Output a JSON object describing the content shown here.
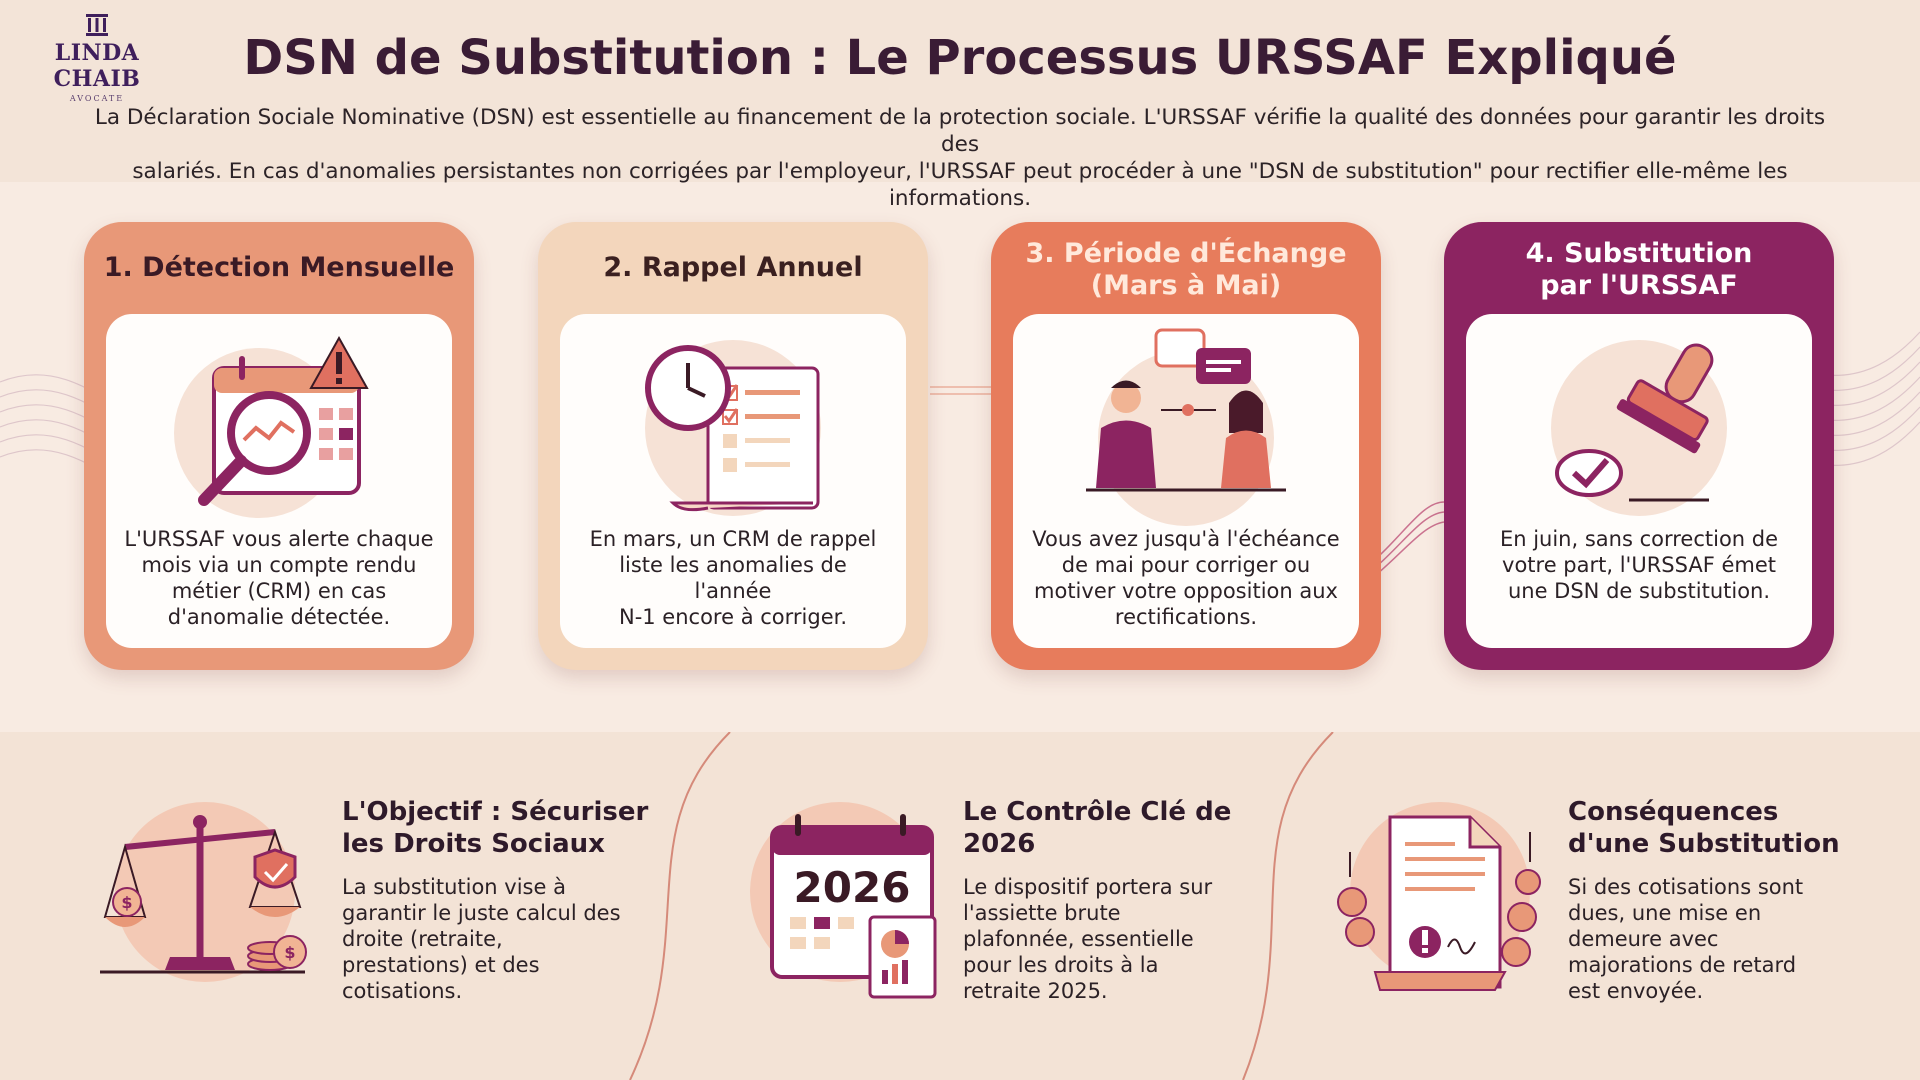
{
  "logo": {
    "name": "LINDA CHAIB",
    "subtitle": "AVOCATE"
  },
  "header": {
    "title": "DSN de Substitution : Le Processus URSSAF Expliqué",
    "intro_line1": "La Déclaration Sociale Nominative (DSN) est essentielle au financement de la protection sociale. L'URSSAF vérifie la qualité des données pour garantir les droits des",
    "intro_line2": "salariés. En cas d'anomalies persistantes non corrigées par l'employeur, l'URSSAF peut procéder à une \"DSN de substitution\" pour rectifier elle-même les informations."
  },
  "cards": [
    {
      "title_line1": "1. Détection Mensuelle",
      "title_line2": "",
      "text": [
        "L'URSSAF vous alerte chaque",
        "mois via un compte rendu",
        "métier (CRM) en cas",
        "d'anomalie détectée."
      ],
      "icon": "calendar-magnifier-alert-icon"
    },
    {
      "title_line1": "2. Rappel Annuel",
      "title_line2": "",
      "text": [
        "En mars, un CRM de rappel",
        "liste les anomalies de l'année",
        "N-1 encore à corriger."
      ],
      "icon": "clock-checklist-icon"
    },
    {
      "title_line1": "3. Période d'Échange",
      "title_line2": "(Mars à Mai)",
      "text": [
        "Vous avez jusqu'à l'échéance",
        "de mai pour corriger ou",
        "motiver votre opposition aux",
        "rectifications."
      ],
      "icon": "two-people-dialogue-icon"
    },
    {
      "title_line1": "4. Substitution",
      "title_line2": "par l'URSSAF",
      "text": [
        "En juin, sans correction de",
        "votre part, l'URSSAF émet",
        "une DSN de substitution."
      ],
      "icon": "stamp-check-icon"
    }
  ],
  "bottom": [
    {
      "title_line1": "L'Objectif : Sécuriser",
      "title_line2": "les Droits Sociaux",
      "text": [
        "La substitution vise à",
        "garantir le juste calcul des",
        "droite (retraite,",
        "prestations) et des",
        "cotisations."
      ],
      "icon": "scale-shield-coins-icon"
    },
    {
      "title_line1": "Le Contrôle Clé de",
      "title_line2": "2026",
      "text": [
        "Le dispositif portera sur",
        "l'assiette brute",
        "plafonnée, essentielle",
        "pour les droits à la",
        "retraite 2025."
      ],
      "icon": "calendar-2026-icon",
      "calendar_year": "2026"
    },
    {
      "title_line1": "Conséquences",
      "title_line2": "d'une Substitution",
      "text": [
        "Si des cotisations sont",
        "dues, une mise en",
        "demeure avec",
        "majorations de retard",
        "est envoyée."
      ],
      "icon": "document-warning-coins-icon"
    }
  ],
  "colors": {
    "card1": "#e89878",
    "card2": "#f3d6bc",
    "card3": "#e77c5c",
    "card4": "#8c2461",
    "title": "#3a1c35",
    "background": "#f8ebe2"
  }
}
